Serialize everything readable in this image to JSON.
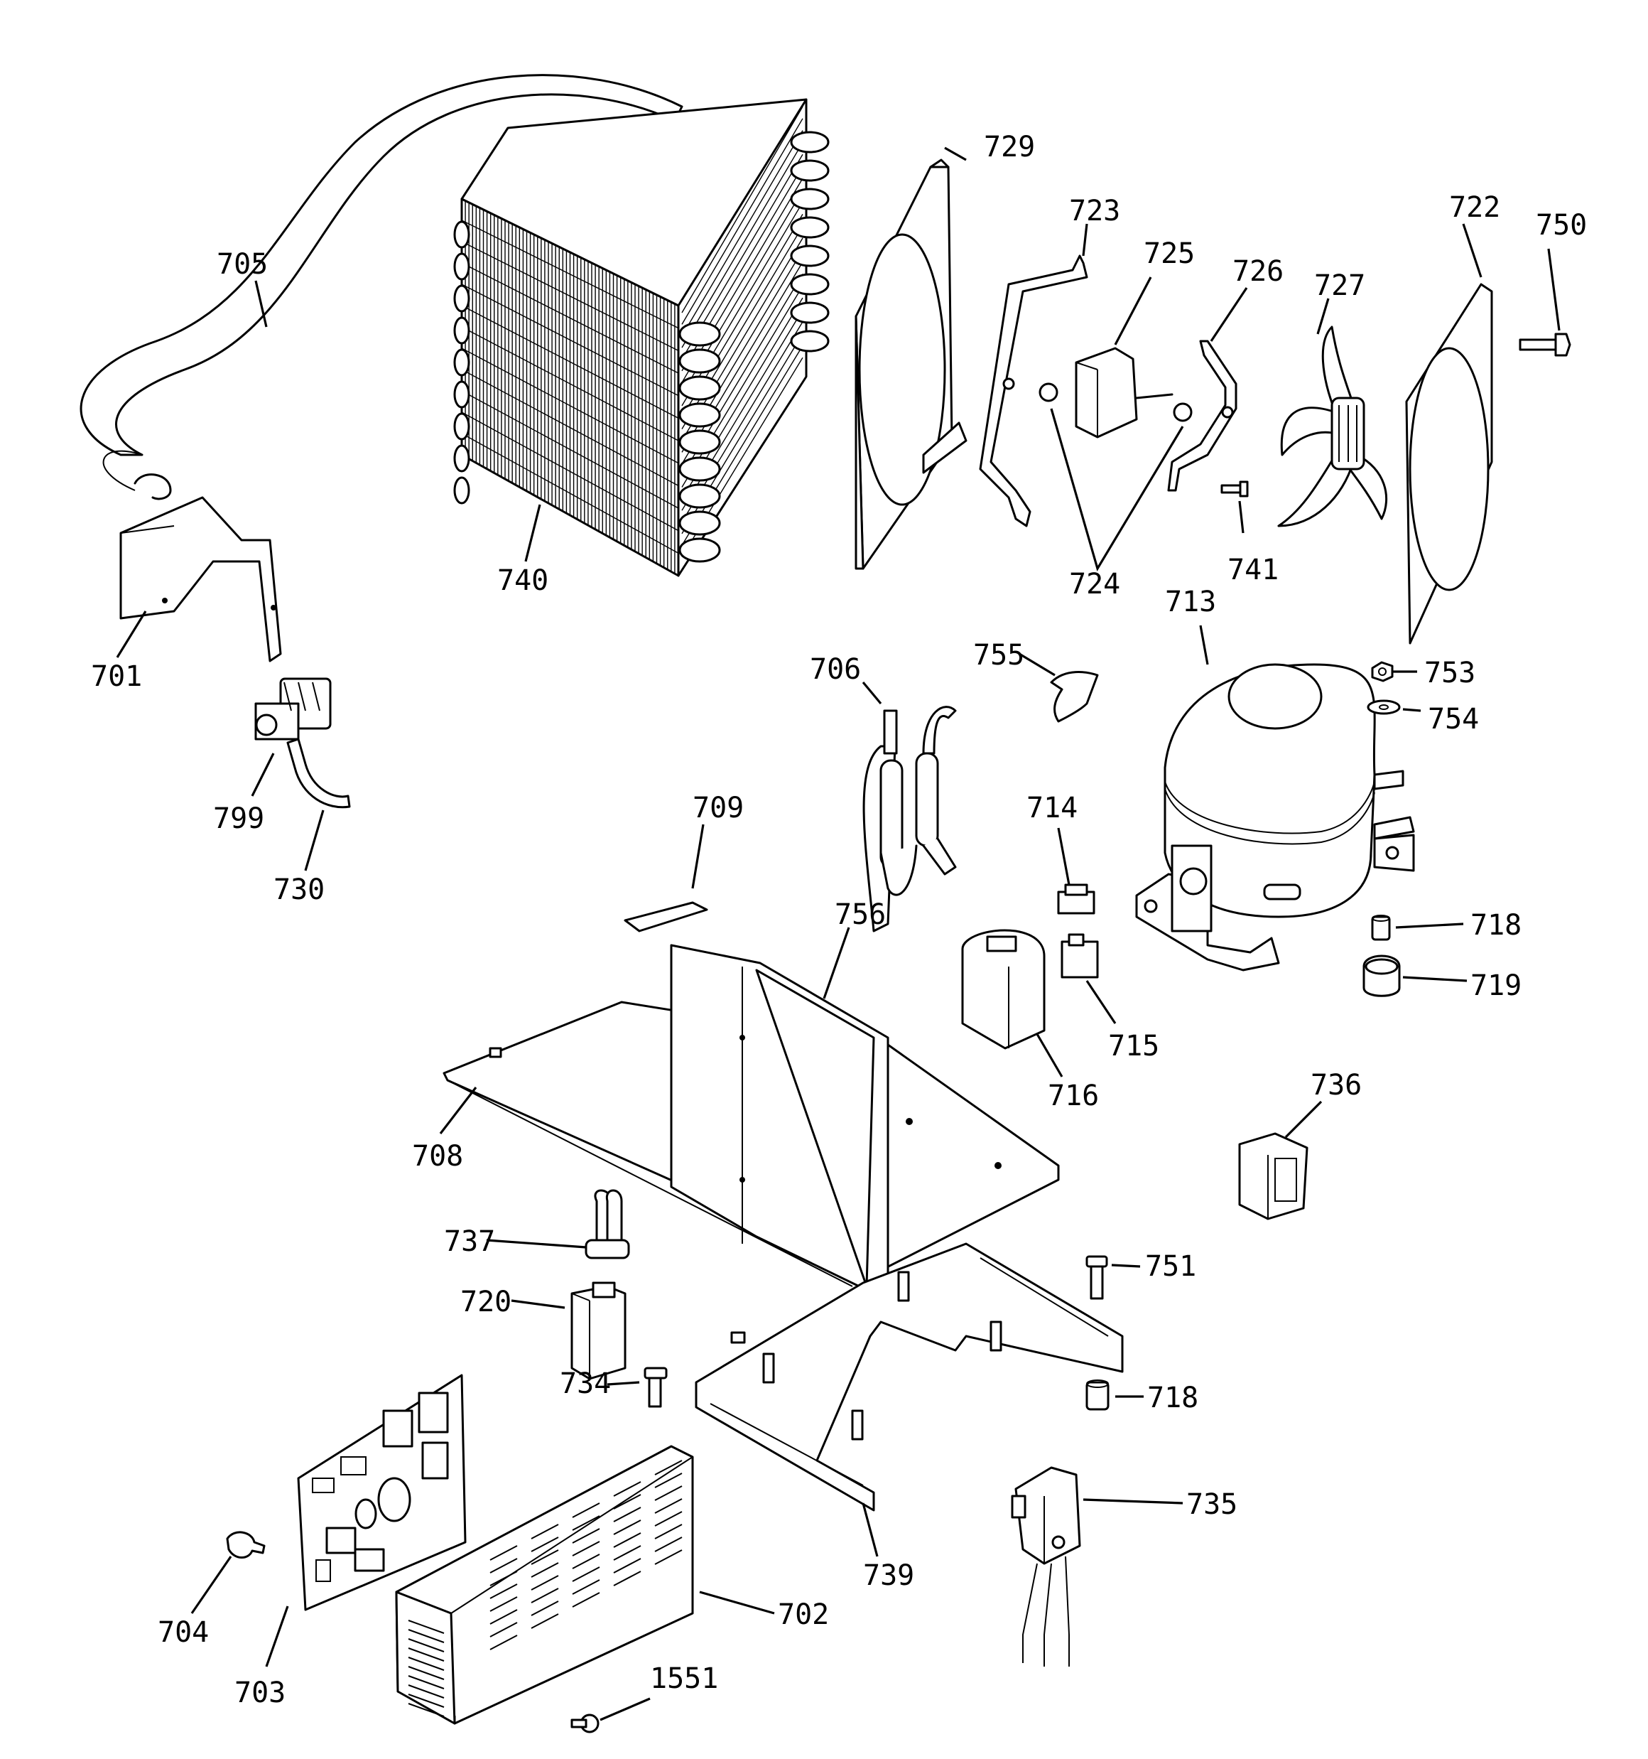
{
  "diagram": {
    "callouts": {
      "c701": "701",
      "c702": "702",
      "c703": "703",
      "c704": "704",
      "c705": "705",
      "c706": "706",
      "c708": "708",
      "c709": "709",
      "c713": "713",
      "c714": "714",
      "c715": "715",
      "c716": "716",
      "c718a": "718",
      "c718b": "718",
      "c719": "719",
      "c720": "720",
      "c722": "722",
      "c723": "723",
      "c724": "724",
      "c725": "725",
      "c726": "726",
      "c727": "727",
      "c729": "729",
      "c730": "730",
      "c734": "734",
      "c735": "735",
      "c736": "736",
      "c737": "737",
      "c739": "739",
      "c740": "740",
      "c741": "741",
      "c750": "750",
      "c751": "751",
      "c753": "753",
      "c754": "754",
      "c755": "755",
      "c756": "756",
      "c799": "799",
      "c1551": "1551"
    }
  }
}
